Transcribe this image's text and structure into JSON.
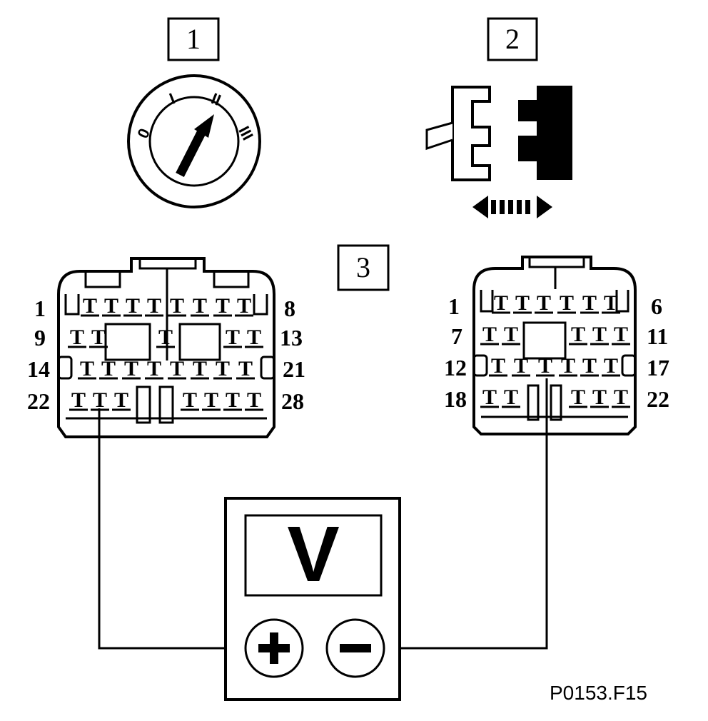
{
  "steps": {
    "step1": "1",
    "step2": "2",
    "step3": "3"
  },
  "ignition_switch": {
    "positions": [
      "0",
      "I",
      "II",
      "III"
    ]
  },
  "connector_left": {
    "rows": [
      {
        "left": "1",
        "right": "8"
      },
      {
        "left": "9",
        "right": "13"
      },
      {
        "left": "14",
        "right": "21"
      },
      {
        "left": "22",
        "right": "28"
      }
    ]
  },
  "connector_right": {
    "rows": [
      {
        "left": "1",
        "right": "6"
      },
      {
        "left": "7",
        "right": "11"
      },
      {
        "left": "12",
        "right": "17"
      },
      {
        "left": "18",
        "right": "22"
      }
    ]
  },
  "voltmeter": {
    "unit": "V",
    "plus": "+",
    "minus": "−"
  },
  "figure_ref": "P0153.F15",
  "pin_glyph": "T",
  "colors": {
    "ink": "#000000",
    "paper": "#ffffff"
  }
}
